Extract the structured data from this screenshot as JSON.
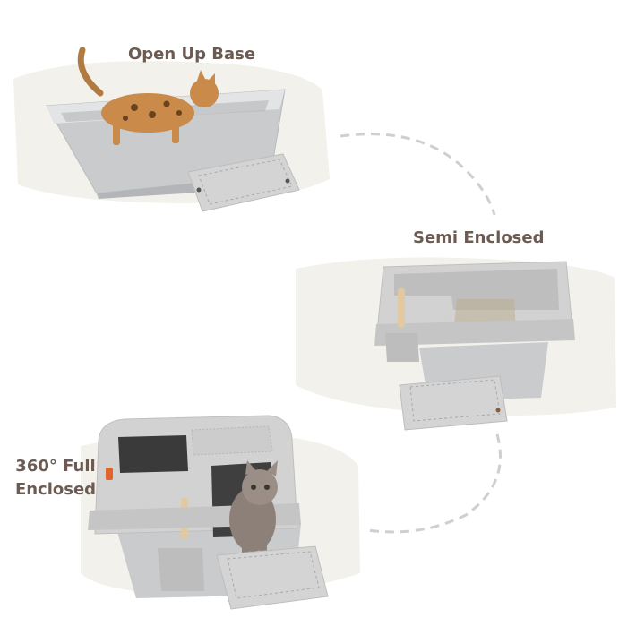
{
  "labels": {
    "open_up_base": "Open Up Base",
    "semi_enclosed": "Semi Enclosed",
    "full_enclosed_line1": "360° Full",
    "full_enclosed_line2": "Enclosed"
  },
  "colors": {
    "label_text": "#6b5b52",
    "brush_bg": "#f3f1ec",
    "steel": "#c9cbcd",
    "grey_plastic": "#d0d0d0",
    "dashed_line": "#cfcfcf",
    "cat_orange": "#c98a4a",
    "cat_grey": "#8d8079",
    "accent_orange": "#e0652a"
  }
}
